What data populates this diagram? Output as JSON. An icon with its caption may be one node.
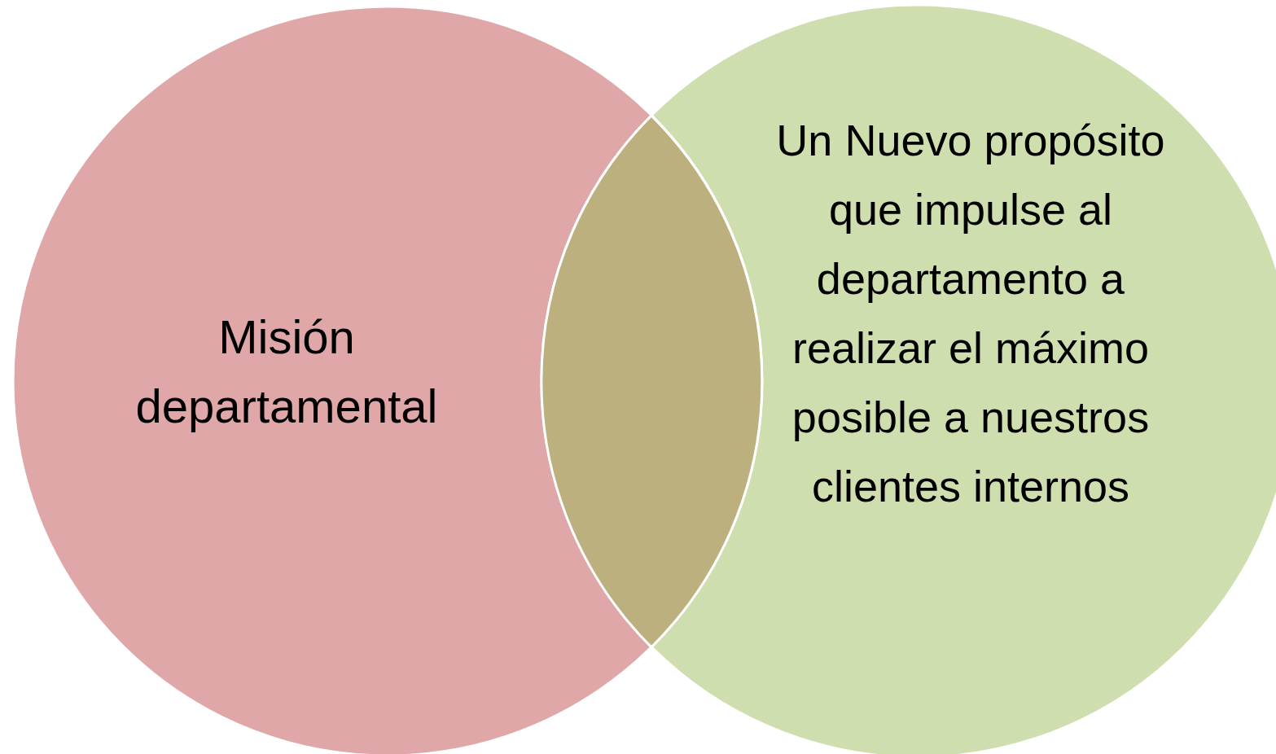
{
  "diagram": {
    "nodes": [
      {
        "text": [
          "Misión departamental"
        ]
      },
      {
        "text": [
          "Un Nuevo propósito que impulse al departamento a realizar el máximo posible a nuestros clientes internos"
        ]
      },
      {
        "text": [],
        "shape": "lens"
      }
    ]
  }
}
